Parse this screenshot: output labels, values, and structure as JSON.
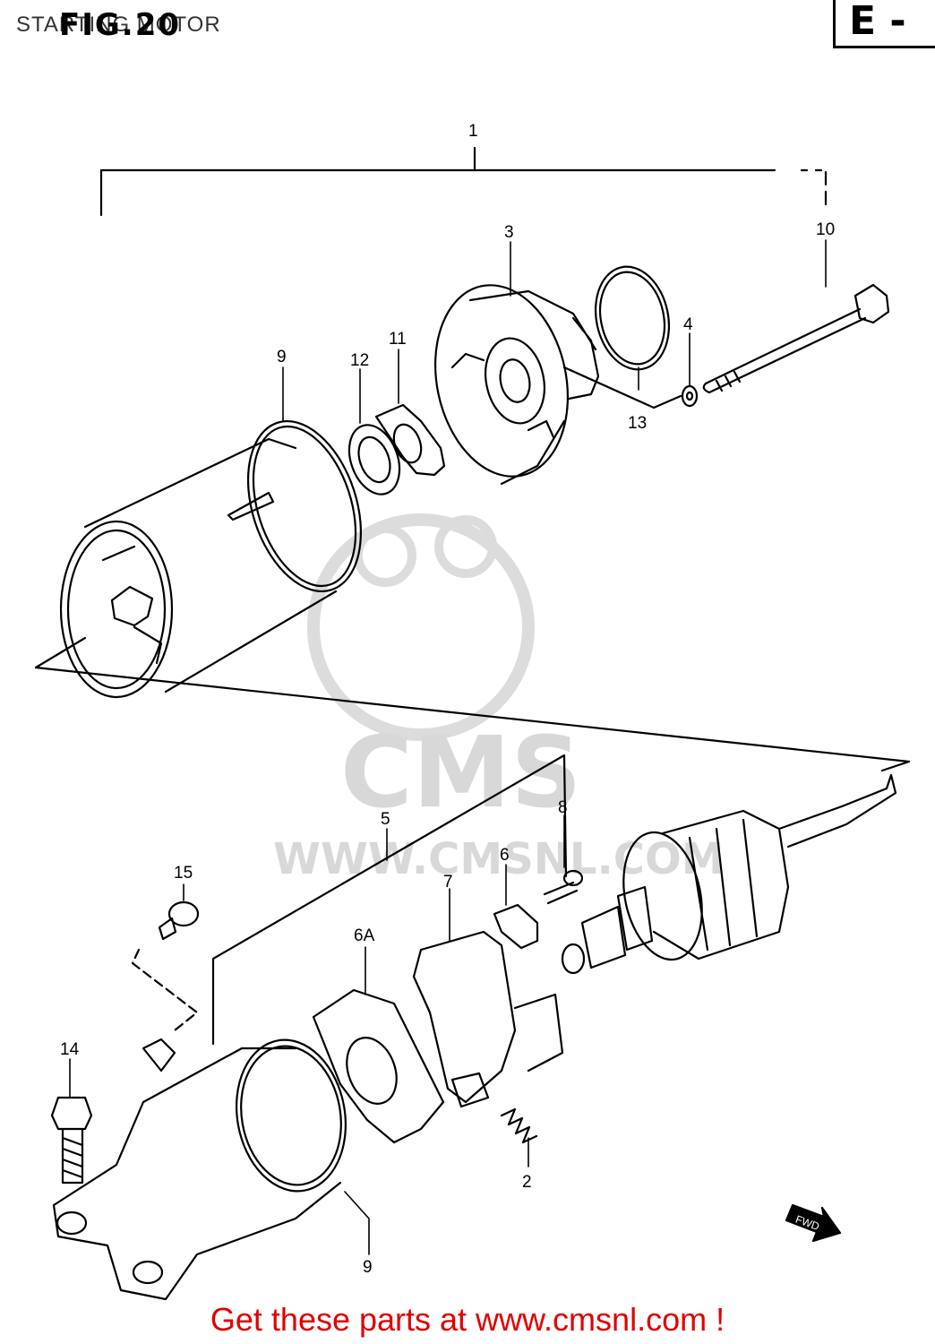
{
  "header": {
    "title": "STARTING MOTOR",
    "figure": "FIG.20",
    "section": "E -"
  },
  "watermark": {
    "brand": "CMS",
    "url": "WWW.CMSNL.COM"
  },
  "callouts": [
    {
      "id": "c1",
      "label": "1"
    },
    {
      "id": "c2",
      "label": "2"
    },
    {
      "id": "c3",
      "label": "3"
    },
    {
      "id": "c4",
      "label": "4"
    },
    {
      "id": "c5",
      "label": "5"
    },
    {
      "id": "c6",
      "label": "6"
    },
    {
      "id": "c6a",
      "label": "6A"
    },
    {
      "id": "c7",
      "label": "7"
    },
    {
      "id": "c8",
      "label": "8"
    },
    {
      "id": "c9a",
      "label": "9"
    },
    {
      "id": "c9b",
      "label": "9"
    },
    {
      "id": "c10",
      "label": "10"
    },
    {
      "id": "c11",
      "label": "11"
    },
    {
      "id": "c12",
      "label": "12"
    },
    {
      "id": "c13",
      "label": "13"
    },
    {
      "id": "c14",
      "label": "14"
    },
    {
      "id": "c15",
      "label": "15"
    }
  ],
  "direction_tag": "FWD",
  "footer": {
    "promo": "Get these parts at www.cmsnl.com !"
  },
  "colors": {
    "line": "#000000",
    "watermark": "#d8d8d8",
    "footer": "#e00000"
  }
}
